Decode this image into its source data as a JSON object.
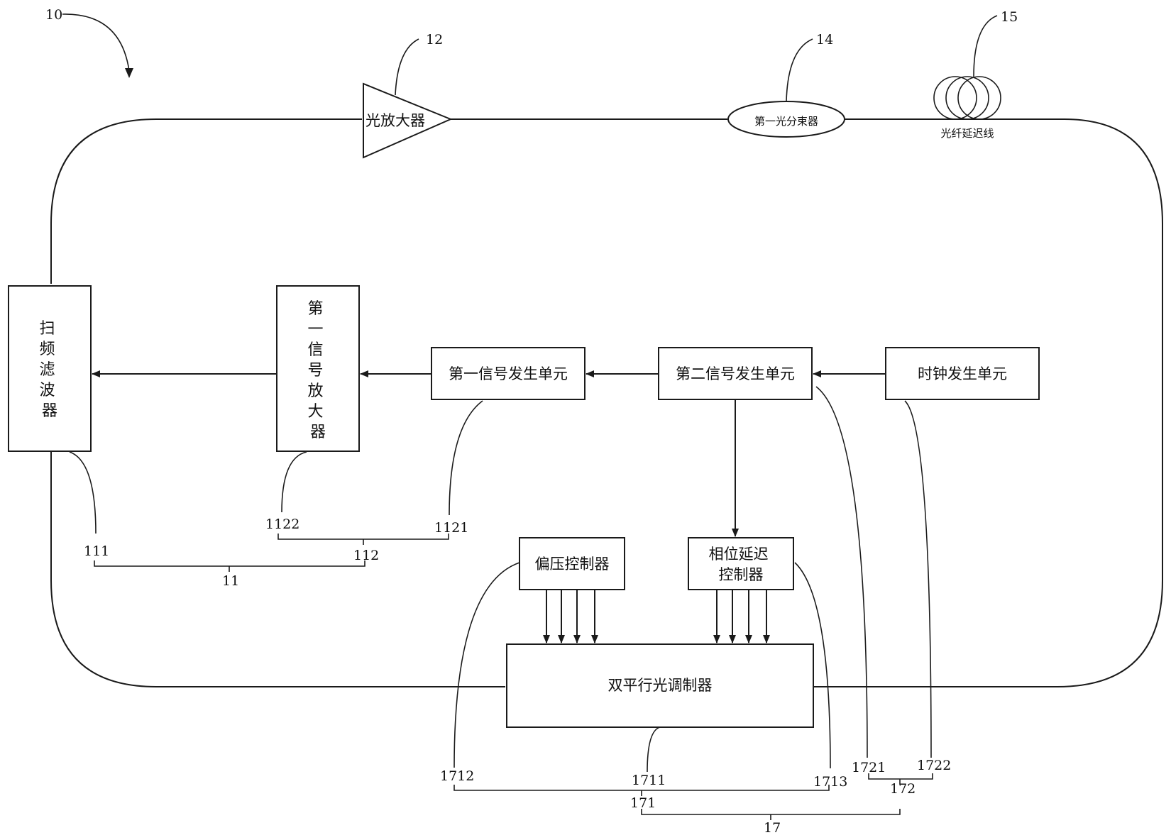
{
  "refs": {
    "system": "10",
    "sweep_module": "11",
    "signal_module": "112",
    "sweep_filter_ref": "111",
    "first_signal_amp_ref": "1122",
    "first_signal_gen_ref": "1121",
    "optical_amplifier_ref": "12",
    "optical_splitter_ref": "14",
    "fiber_delay_ref": "15",
    "modulation_module": "17",
    "modulation_sub_module": "171",
    "dpmzm_ref": "1711",
    "bias_controller_ref": "1712",
    "phase_delay_ref": "1713",
    "signal_sub_module": "172",
    "second_signal_gen_ref": "1721",
    "clock_gen_ref": "1722"
  },
  "labels": {
    "optical_amplifier": "光放大器",
    "optical_splitter": "第一光分束器",
    "fiber_delay": "光纤延迟线",
    "sweep_filter": "扫频滤波器",
    "first_signal_amp": "第一信号放大器",
    "first_signal_gen": "第一信号发生单元",
    "second_signal_gen": "第二信号发生单元",
    "clock_gen": "时钟发生单元",
    "bias_controller": "偏压控制器",
    "phase_delay_line1": "相位延迟",
    "phase_delay_line2": "控制器",
    "dpmzm": "双平行光调制器"
  },
  "vertical_chars": {
    "sweep_filter": [
      "扫",
      "频",
      "滤",
      "波",
      "器"
    ],
    "first_signal_amp": [
      "第",
      "一",
      "信",
      "号",
      "放",
      "大",
      "器"
    ]
  }
}
